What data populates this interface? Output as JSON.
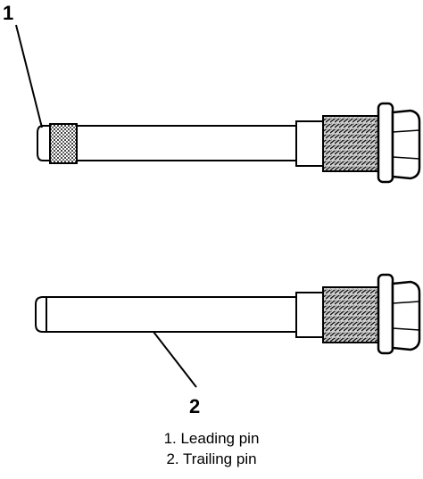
{
  "callouts": [
    {
      "number": "1"
    },
    {
      "number": "2"
    }
  ],
  "legend": [
    {
      "text": "1. Leading pin"
    },
    {
      "text": "2. Trailing pin"
    }
  ]
}
